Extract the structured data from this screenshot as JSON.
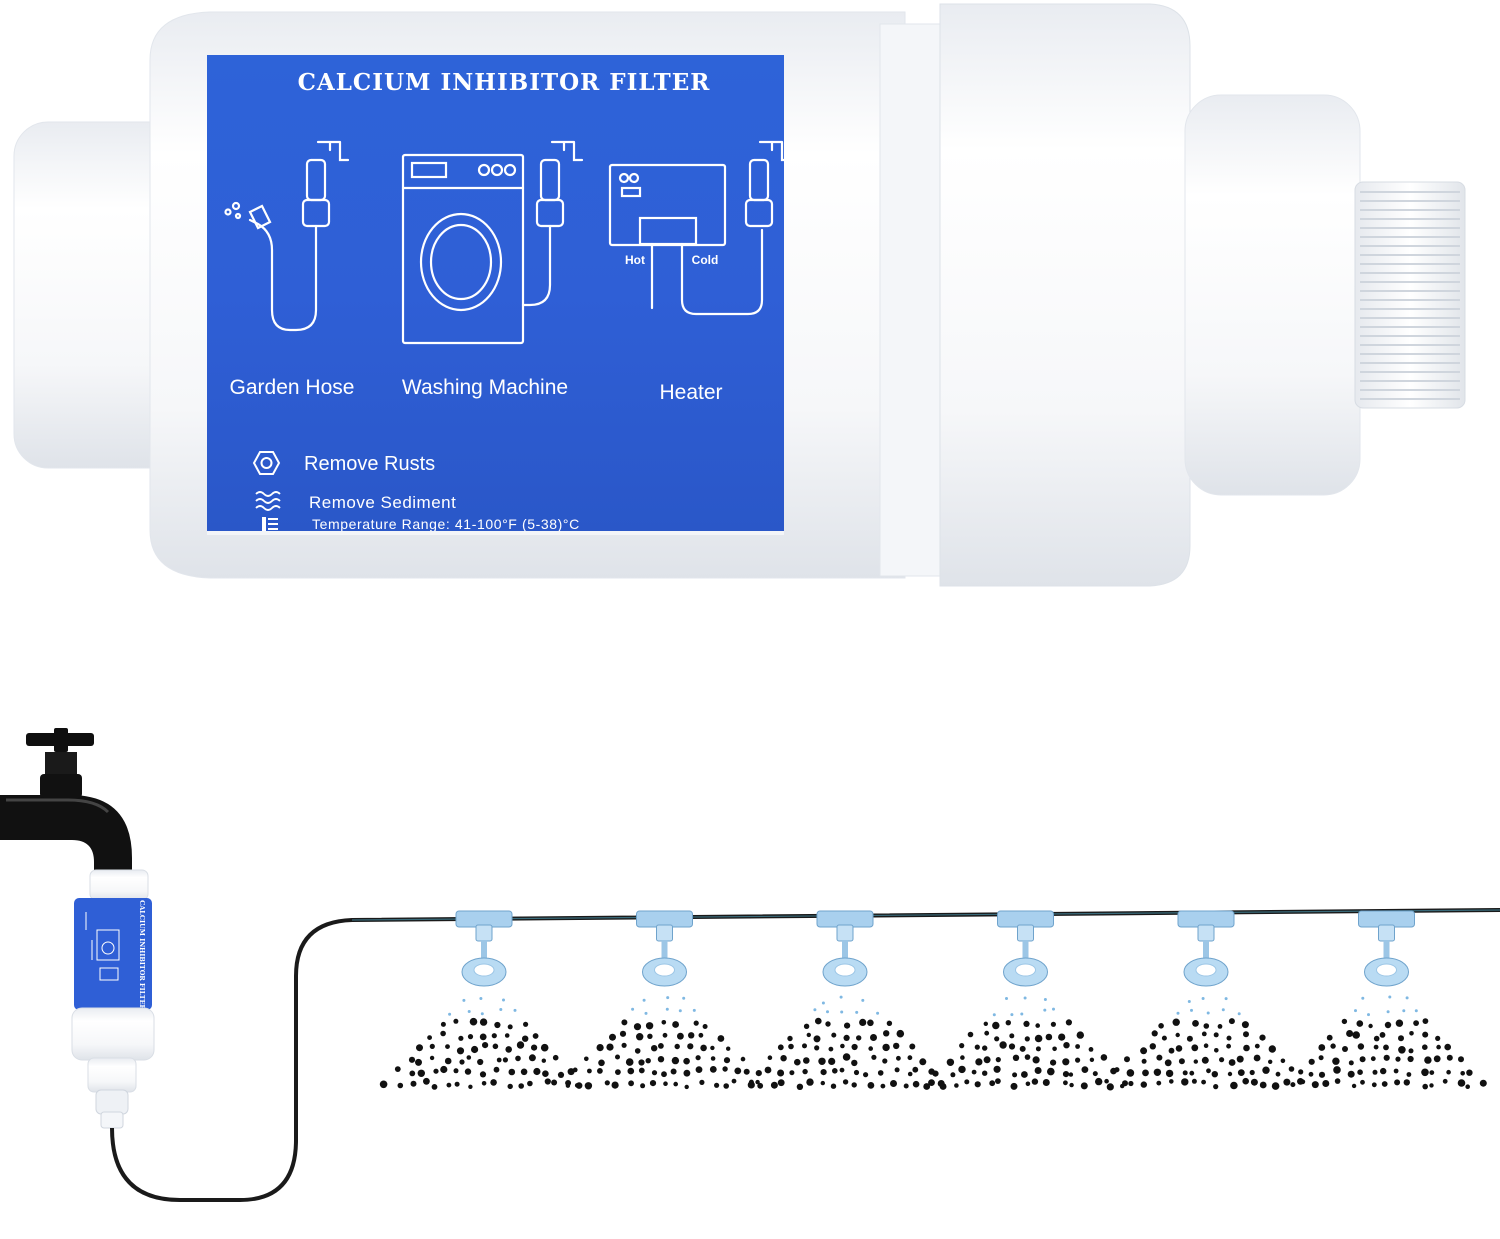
{
  "filter_label": {
    "title": "CALCIUM INHIBITOR FILTER",
    "applications": [
      {
        "name": "Garden Hose",
        "icon": "garden-hose-icon"
      },
      {
        "name": "Washing Machine",
        "icon": "washing-machine-icon"
      },
      {
        "name": "Heater",
        "icon": "water-heater-icon"
      }
    ],
    "heater_hot": "Hot",
    "heater_cold": "Cold",
    "features": [
      {
        "text": "Remove Rusts",
        "icon": "nut-icon"
      },
      {
        "text": "Remove Sediment",
        "icon": "sediment-waves-icon"
      },
      {
        "text": "Temperature Range: 41-100°F (5-38)°C",
        "icon": "thermometer-icon"
      }
    ],
    "colors": {
      "label_blue": "#2f5fd6",
      "housing_white": "#f3f5f8"
    }
  },
  "diagram": {
    "sprinkler_count": 6,
    "mini_filter_title": "CALCIUM INHIBITOR FILTER",
    "colors": {
      "hose": "#1a1a1a",
      "sprinkler_blue": "#a9d0ee",
      "droplet": "#111111"
    }
  }
}
